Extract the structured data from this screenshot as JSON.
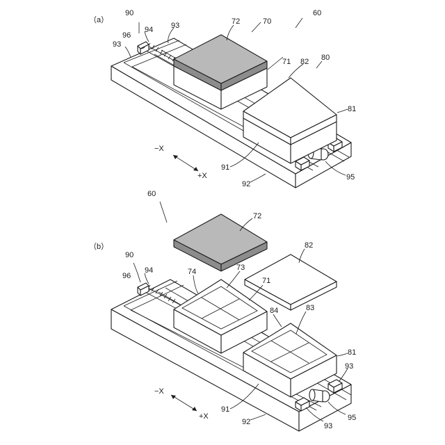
{
  "panel_a": {
    "panel_label": "（a）",
    "refs": {
      "r60": "60",
      "r70": "70",
      "r72": "72",
      "r71": "71",
      "r80": "80",
      "r82": "82",
      "r81": "81",
      "r90": "90",
      "r96": "96",
      "r94": "94",
      "r93a": "93",
      "r93b": "93",
      "r91": "91",
      "r92": "92",
      "r95": "95"
    },
    "axis": {
      "minus_x": "−X",
      "plus_x": "+X"
    }
  },
  "panel_b": {
    "panel_label": "（b）",
    "refs": {
      "r60": "60",
      "r72": "72",
      "r82": "82",
      "r90": "90",
      "r96": "96",
      "r94": "94",
      "r74": "74",
      "r73": "73",
      "r71": "71",
      "r84": "84",
      "r83": "83",
      "r81": "81",
      "r93a": "93",
      "r93b": "93",
      "r91": "91",
      "r92": "92",
      "r95": "95"
    },
    "axis": {
      "minus_x": "−X",
      "plus_x": "+X"
    }
  }
}
